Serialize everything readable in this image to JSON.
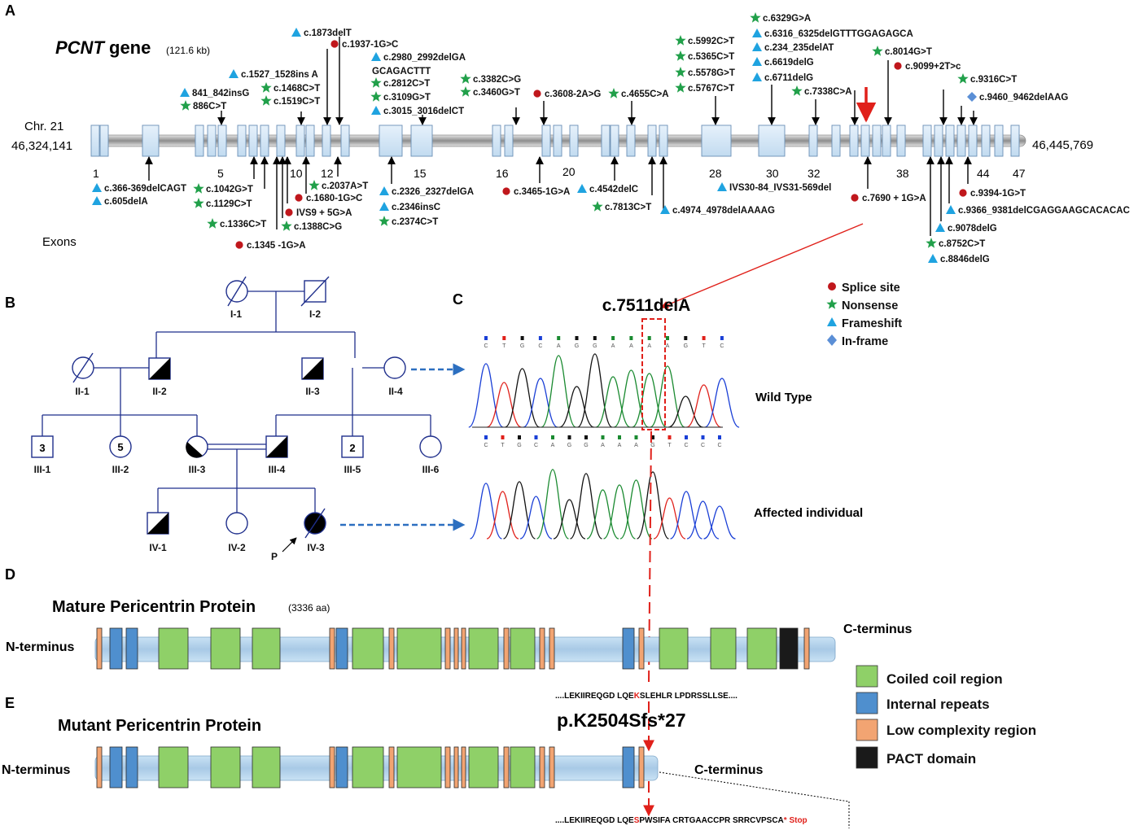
{
  "panels": {
    "a": "A",
    "b": "B",
    "c": "C",
    "d": "D",
    "e": "E"
  },
  "gene": {
    "name": "PCNT",
    "word": " gene",
    "size": "(121.6 kb)",
    "chromosome": "Chr. 21",
    "start": "46,324,141",
    "end": "46,445,769",
    "exons_label": "Exons",
    "exon_numbers": [
      "1",
      "5",
      "10",
      "12",
      "15",
      "16",
      "20",
      "28",
      "30",
      "32",
      "38",
      "44",
      "47"
    ]
  },
  "mutations_above": [
    "c.1873delT",
    "c.1937-1G>C",
    "c.2980_2992delGA",
    "GCAGACTTT",
    "c.1527_1528ins A",
    "c.1468C>T",
    "841_842insG",
    "c.1519C>T",
    "886C>T",
    "c.2812C>T",
    "c.3109G>T",
    "c.3015_3016delCT",
    "c.3382C>G",
    "c.3460G>T",
    "c.3608-2A>G",
    "c.4655C>A",
    "c.5992C>T",
    "c.5365C>T",
    "c.5578G>T",
    "c.5767C>T",
    "c.6329G>A",
    "c.6316_6325delGTTTGGAGAGCA",
    "c.234_235delAT",
    "c.6619delG",
    "c.6711delG",
    "c.7338C>A",
    "c.8014G>T",
    "c.9099+2T>c",
    "c.9316C>T",
    "c.9460_9462delAAG"
  ],
  "mutations_below": [
    "c.366-369delCAGT",
    "c.605delA",
    "c.1042G>T",
    "c.1129C>T",
    "c.1336C>T",
    "c.1345 -1G>A",
    "c.2037A>T",
    "c.1680-1G>C",
    "IVS9 + 5G>A",
    "c.1388C>G",
    "c.2326_2327delGA",
    "c.2346insC",
    "c.2374C>T",
    "c.3465-1G>A",
    "c.4542delC",
    "c.7813C>T",
    "c.4974_4978delAAAAG",
    "IVS30-84_IVS31-569del",
    "c.7690 + 1G>A",
    "c.9394-1G>T",
    "c.9366_9381delCGAGGAAGCACACAC",
    "c.9078delG",
    "c.8752C>T",
    "c.8846delG"
  ],
  "legend_mut": {
    "splice": "Splice site",
    "nonsense": "Nonsense",
    "frameshift": "Frameshift",
    "inframe": "In-frame"
  },
  "pedigree": {
    "gen1": [
      "I-1",
      "I-2"
    ],
    "gen2": [
      "II-1",
      "II-2",
      "II-3",
      "II-4"
    ],
    "gen3": [
      "III-1",
      "III-2",
      "III-3",
      "III-4",
      "III-5",
      "III-6"
    ],
    "gen4": [
      "IV-1",
      "IV-2",
      "IV-3"
    ],
    "counts": [
      "3",
      "5",
      "2"
    ],
    "proband": "P"
  },
  "sequencing": {
    "title": "c.7511delA",
    "wt_label": "Wild Type",
    "aff_label": "Affected individual",
    "wt_bases": [
      "C",
      "T",
      "G",
      "C",
      "A",
      "G",
      "G",
      "A",
      "A",
      "A",
      "A",
      "G",
      "T",
      "C"
    ],
    "aff_bases": [
      "C",
      "T",
      "G",
      "C",
      "A",
      "G",
      "G",
      "A",
      "A",
      "A",
      "G",
      "T",
      "C",
      "C",
      "C"
    ]
  },
  "protein": {
    "mature_title": "Mature Pericentrin Protein",
    "mature_len": "(3336 aa)",
    "mutant_title": "Mutant Pericentrin Protein",
    "n_term": "N-terminus",
    "c_term": "C-terminus",
    "variant": "p.K2504Sfs*27",
    "seq_wt_a": "....LEKIIREQGD LQE",
    "seq_wt_b": "K",
    "seq_wt_c": "SLEHLR LPDRSSLLSE....",
    "seq_mut_a": "....LEKIIREQGD LQE",
    "seq_mut_b": "S",
    "seq_mut_c": "PWSIFA CRTGAACCPR SRRCVPSCA",
    "seq_mut_d": "* Stop"
  },
  "legend_domains": {
    "coil": "Coiled coil region",
    "repeat": "Internal repeats",
    "lowc": "Low complexity region",
    "pact": "PACT domain"
  },
  "colors": {
    "splice": "#c0171c",
    "nonsense": "#21a04a",
    "frameshift": "#1fa3e0",
    "inframe": "#5b8fd6",
    "coil": "#8fd068",
    "repeat": "#4f8fce",
    "lowc": "#f2a472",
    "pact": "#1a1a1a",
    "dashed": "#e0201a",
    "pedline": "#1f2f8c",
    "arrow": "#2c6fc0"
  }
}
